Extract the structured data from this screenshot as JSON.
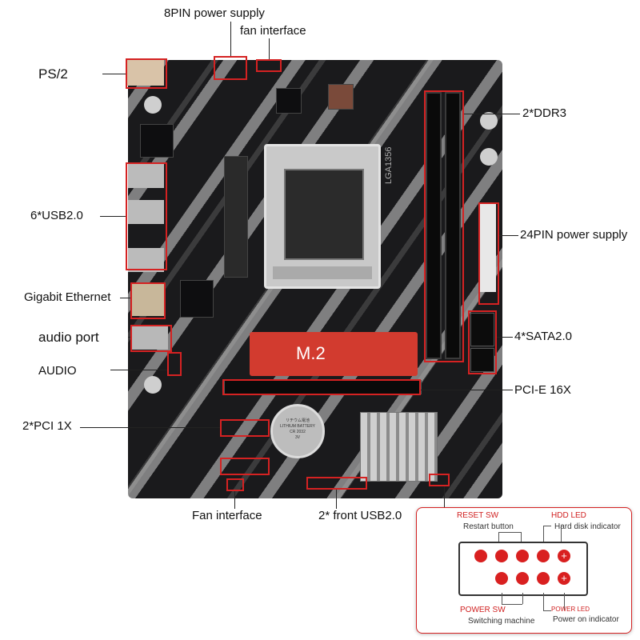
{
  "labels": {
    "pin8": "8PIN power supply",
    "fan_top": "fan interface",
    "ps2": "PS/2",
    "usb": "6*USB2.0",
    "ethernet": "Gigabit Ethernet",
    "audio_port": "audio port",
    "audio": "AUDIO",
    "pci1x": "2*PCI 1X",
    "fan_bottom": "Fan interface",
    "front_usb": "2* front USB2.0",
    "ddr3": "2*DDR3",
    "pin24": "24PIN power supply",
    "sata": "4*SATA2.0",
    "pcie": "PCI-E 16X"
  },
  "board": {
    "m2": "M.2",
    "socket": "LGA1356",
    "battery_line1": "リチウム電池",
    "battery_line2": "LITHIUM BATTERY",
    "battery_line3": "CR 2032",
    "battery_line4": "3V"
  },
  "front_panel": {
    "reset_sw": "RESET SW",
    "restart_button": "Restart button",
    "hdd_led": "HDD LED",
    "hard_disk_indicator": "Hard disk indicator",
    "power_sw": "POWER SW",
    "switching_machine": "Switching machine",
    "power_led": "POWER LED",
    "power_on_indicator": "Power on indicator"
  },
  "colors": {
    "accent_red": "#d52222",
    "pcb": "#1a1a1c"
  }
}
